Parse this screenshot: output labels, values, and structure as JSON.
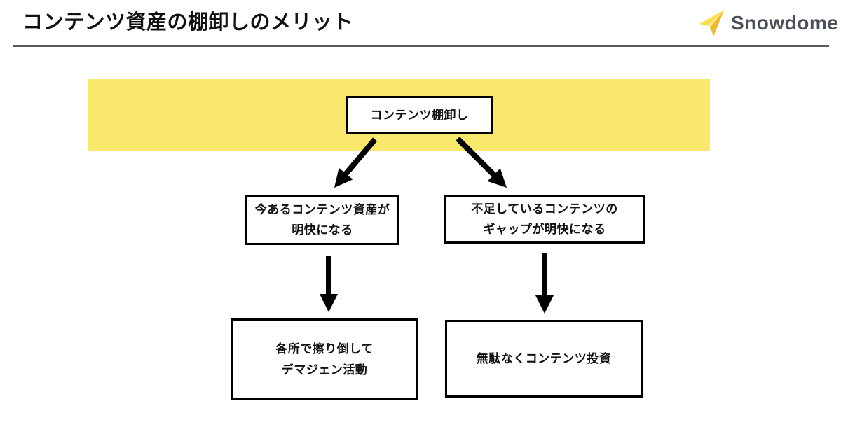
{
  "header": {
    "title": "コンテンツ資産の棚卸しのメリット",
    "logo_text": "Snowdome"
  },
  "diagram": {
    "root": {
      "label": "コンテンツ棚卸し"
    },
    "branches": [
      {
        "lines": [
          "今あるコンテンツ資産が",
          "明快になる"
        ]
      },
      {
        "lines": [
          "不足しているコンテンツの",
          "ギャップが明快になる"
        ]
      }
    ],
    "outcomes": [
      {
        "lines": [
          "各所で擦り倒して",
          "デマジェン活動"
        ]
      },
      {
        "lines": [
          "無駄なくコンテンツ投資"
        ]
      }
    ],
    "colors": {
      "highlight_band": "#F8E96E",
      "box_background": "#FFFFFF",
      "box_border": "#000000",
      "arrow": "#000000",
      "divider": "#595959",
      "title_text": "#111111",
      "logo_text": "#4A4F58",
      "logo_gold_light": "#F8DC4E",
      "logo_gold_dark": "#EDBB2F"
    }
  }
}
